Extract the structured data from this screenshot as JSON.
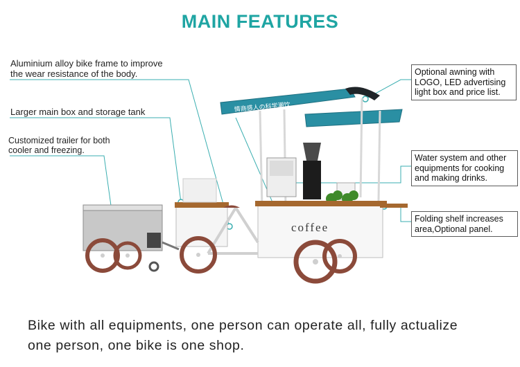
{
  "title": "MAIN FEATURES",
  "callouts": {
    "frame_line1": "Aluminium alloy bike frame to improve",
    "frame_line2": "the wear resistance of the body.",
    "main_box": "Larger main box and storage tank",
    "trailer_line1": "Customized trailer for both",
    "trailer_line2": "cooler and freezing.",
    "awning_line1": "Optional awning with",
    "awning_line2": "LOGO, LED advertising",
    "awning_line3": "light box and price list.",
    "water_line1": "Water system and other",
    "water_line2": "equipments for cooking",
    "water_line3": "and making drinks.",
    "shelf_line1": "Folding shelf increases",
    "shelf_line2": "area,Optional panel."
  },
  "illustration": {
    "awning_text": "情商感人の科学潮饮",
    "cart_logo": "coffee"
  },
  "caption": {
    "line1": "Bike with all equipments, one person can operate all, fully actualize",
    "line2": "one person, one bike is one shop."
  },
  "colors": {
    "accent": "#1fa5a3",
    "awning": "#2a8fa3",
    "wood": "#a5682f",
    "tire": "#8b4a3a"
  }
}
